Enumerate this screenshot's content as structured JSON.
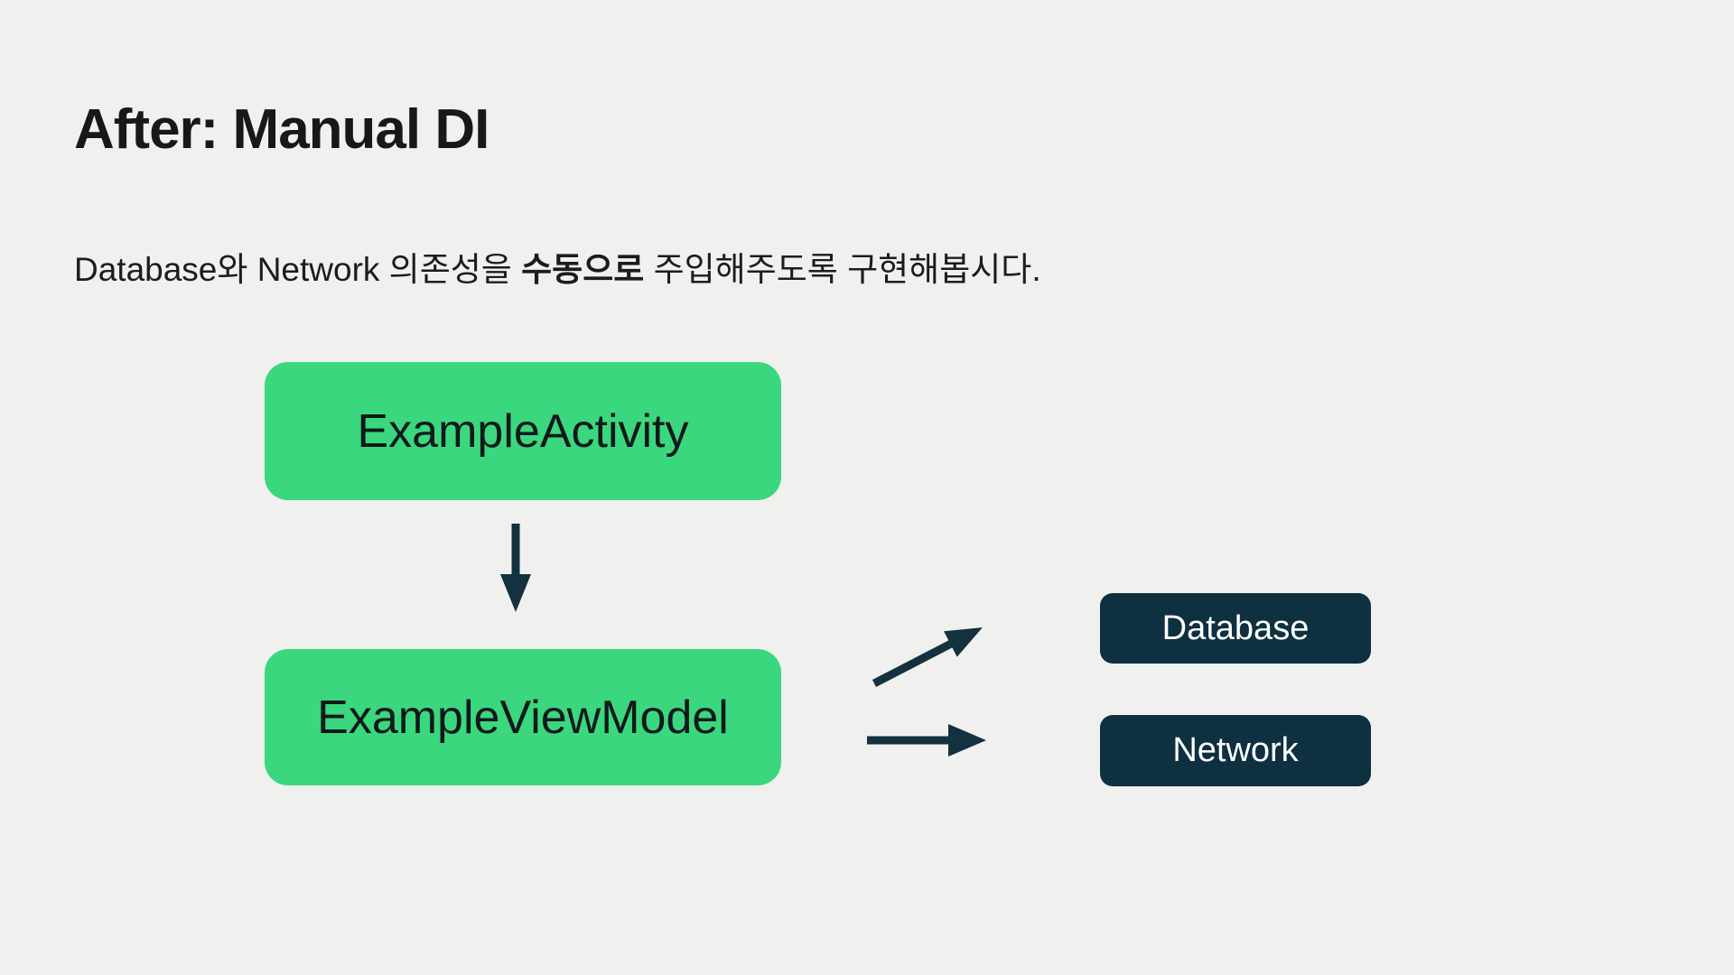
{
  "slide": {
    "title": "After: Manual DI",
    "subtitle": {
      "part1": "Database와 Network 의존성을 ",
      "bold": "수동으로",
      "part2": " 주입해주도록 구현해봅시다."
    }
  },
  "diagram": {
    "nodes": {
      "activity": "ExampleActivity",
      "viewmodel": "ExampleViewModel",
      "database": "Database",
      "network": "Network"
    },
    "arrows": [
      {
        "from": "activity",
        "to": "viewmodel",
        "direction": "down"
      },
      {
        "from": "viewmodel",
        "to": "database",
        "direction": "up-right"
      },
      {
        "from": "viewmodel",
        "to": "network",
        "direction": "right"
      }
    ]
  },
  "colors": {
    "background": "#f0f0ef",
    "green": "#3bd77e",
    "navy": "#0e3040",
    "arrow": "#13313f",
    "text_dark": "#181818",
    "box_text": "#10191b",
    "navy_text": "#ffffff"
  }
}
